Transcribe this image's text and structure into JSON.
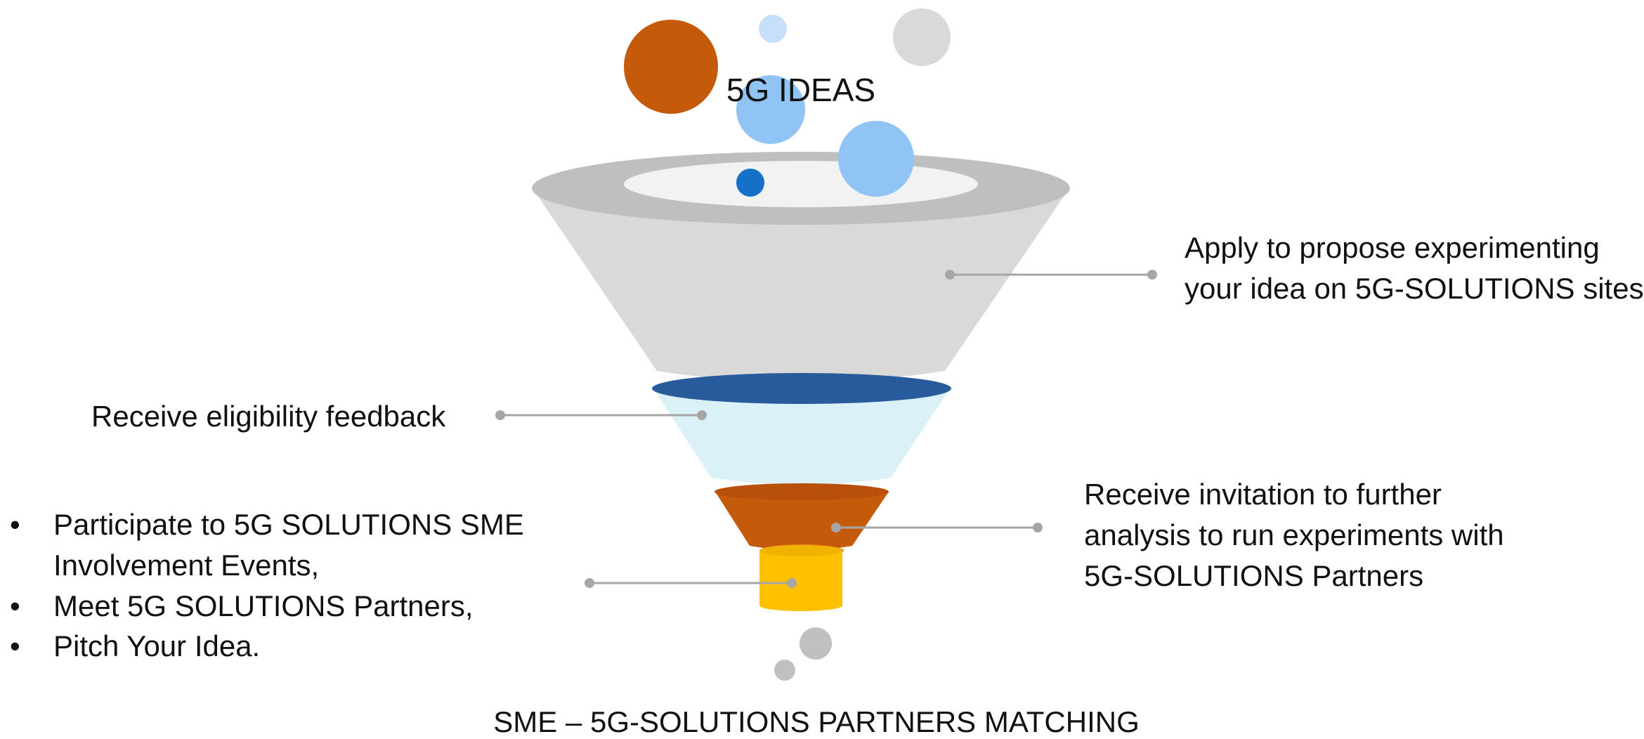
{
  "diagram": {
    "top_label": "5G IDEAS",
    "bottom_label": "SME – 5G-SOLUTIONS PARTNERS MATCHING",
    "steps": {
      "apply": [
        "Apply to propose experimenting",
        "your idea on 5G-SOLUTIONS sites"
      ],
      "eligibility": "Receive eligibility feedback",
      "invitation": [
        "Receive invitation to further",
        "analysis to run experiments with",
        "5G-SOLUTIONS Partners"
      ],
      "events": [
        [
          "Participate to 5G SOLUTIONS SME",
          "Involvement Events,"
        ],
        [
          "Meet 5G SOLUTIONS Partners,"
        ],
        [
          "Pitch Your Idea."
        ]
      ]
    },
    "bullet_glyph": "•"
  }
}
